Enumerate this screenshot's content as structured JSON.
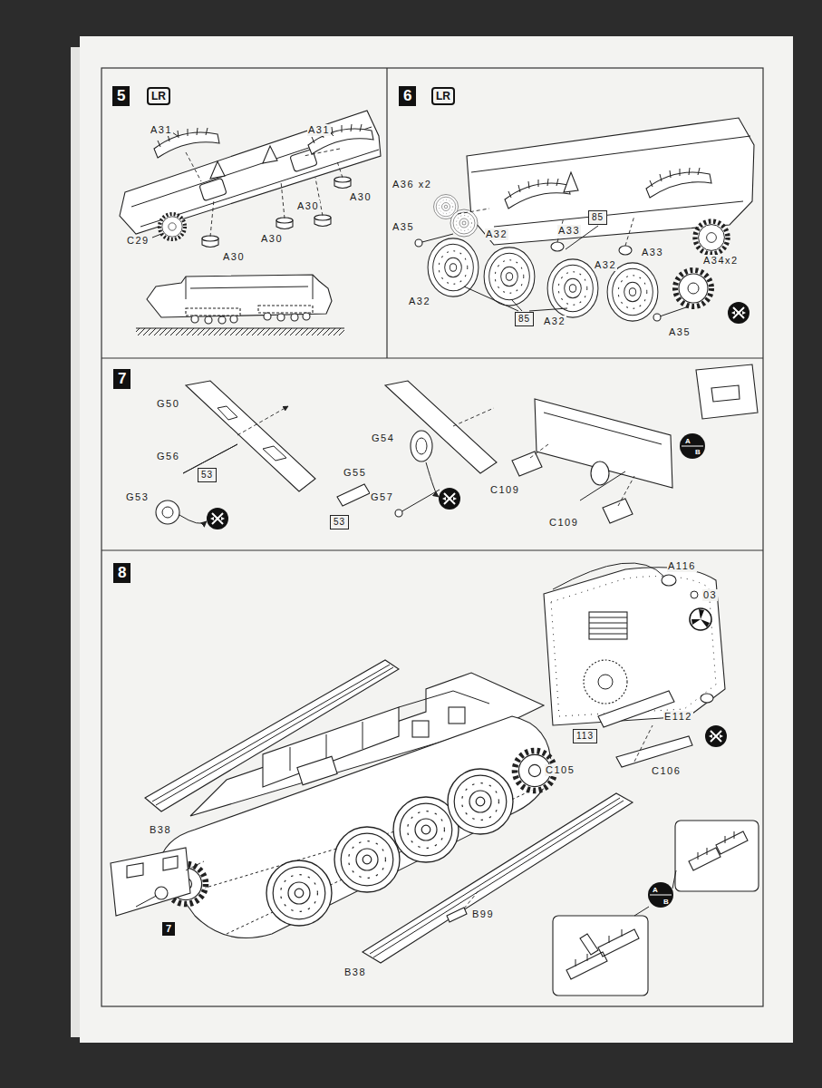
{
  "diagram": {
    "nodes": [
      {
        "text": [
          "5"
        ]
      },
      {
        "text": [
          "LR"
        ]
      },
      {
        "text": [
          "6"
        ]
      },
      {
        "text": [
          "LR"
        ]
      },
      {
        "text": [
          "85"
        ]
      },
      {
        "text": [
          "85"
        ]
      },
      {
        "text": [
          "7"
        ]
      },
      {
        "text": [
          "53"
        ]
      },
      {
        "text": [
          "53"
        ]
      },
      {
        "text": [
          "8"
        ]
      },
      {
        "text": [
          "113"
        ]
      },
      {
        "text": [
          "7"
        ]
      }
    ],
    "labels": [
      "A31",
      "A31",
      "A30",
      "A30",
      "A30",
      "A30",
      "C29",
      "A36 x2",
      "A35",
      "A32",
      "A32",
      "A32",
      "A32",
      "A33",
      "A33",
      "A34x2",
      "A35",
      "G50",
      "G56",
      "G53",
      "G54",
      "G55",
      "G57",
      "C109",
      "C109",
      "A",
      "B",
      "A116",
      "03",
      "E112",
      "C105",
      "C106",
      "B38",
      "B99",
      "B38",
      "A",
      "B"
    ]
  }
}
